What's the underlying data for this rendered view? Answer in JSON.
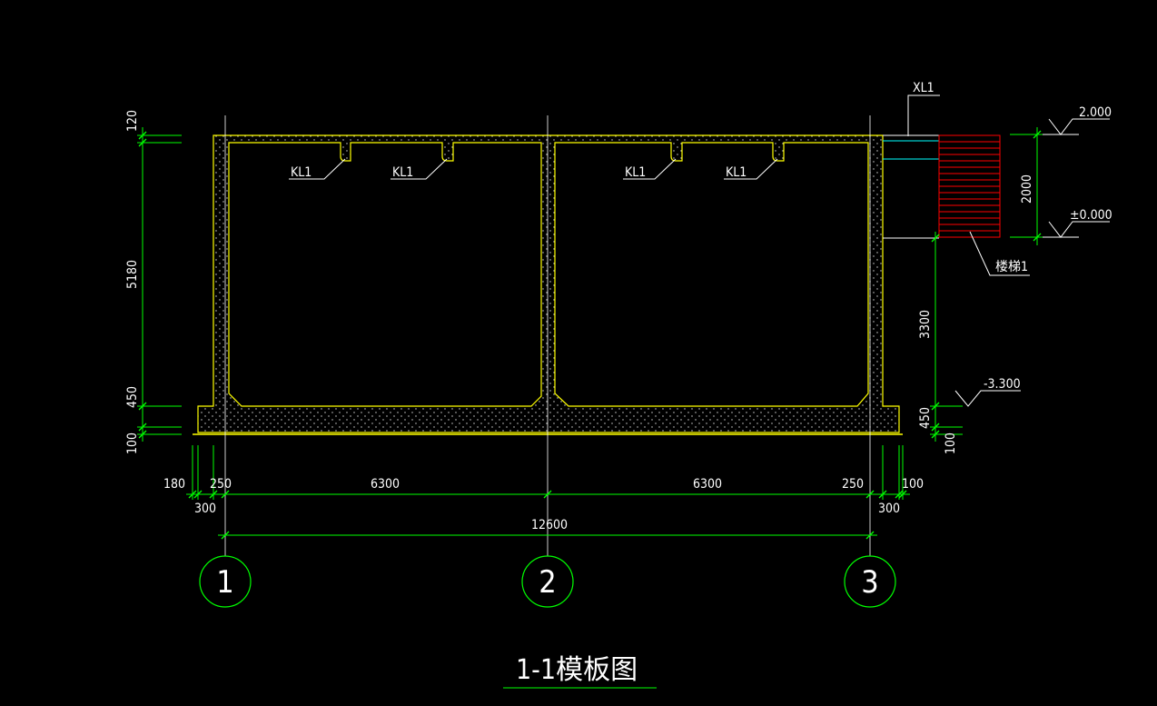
{
  "title": "1-1模板图",
  "axes": [
    "1",
    "2",
    "3"
  ],
  "labels": {
    "kl": [
      "KL1",
      "KL1",
      "KL1",
      "KL1"
    ],
    "xl": "XL1",
    "stair": "楼梯1"
  },
  "elevations": [
    "2.000",
    "±0.000",
    "-3.300"
  ],
  "dims": {
    "left_vertical": [
      "120",
      "5180",
      "450",
      "100"
    ],
    "right_vertical": [
      "2000",
      "3300",
      "450",
      "100"
    ],
    "bottom_row1_left": [
      "180",
      "250"
    ],
    "bottom_row1_mid": [
      "6300",
      "6300"
    ],
    "bottom_row1_right": [
      "250",
      "100"
    ],
    "bottom_row2": [
      "300",
      "300"
    ],
    "total": "12600"
  },
  "colors": {
    "background": "#000000",
    "concrete_outline": "#ffff00",
    "dimension": "#00ff00",
    "grid": "#ffffff",
    "stair": "#ff0000",
    "pipe": "#00ffff",
    "text": "#ffffff"
  }
}
